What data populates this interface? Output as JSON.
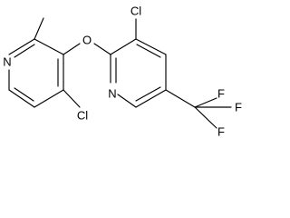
{
  "molecule": {
    "atoms": {
      "n_left": "N",
      "o_bridge": "O",
      "cl_left": "Cl",
      "cl_right": "Cl",
      "n_right": "N",
      "f_top": "F",
      "f_right": "F",
      "f_bottom": "F"
    }
  }
}
